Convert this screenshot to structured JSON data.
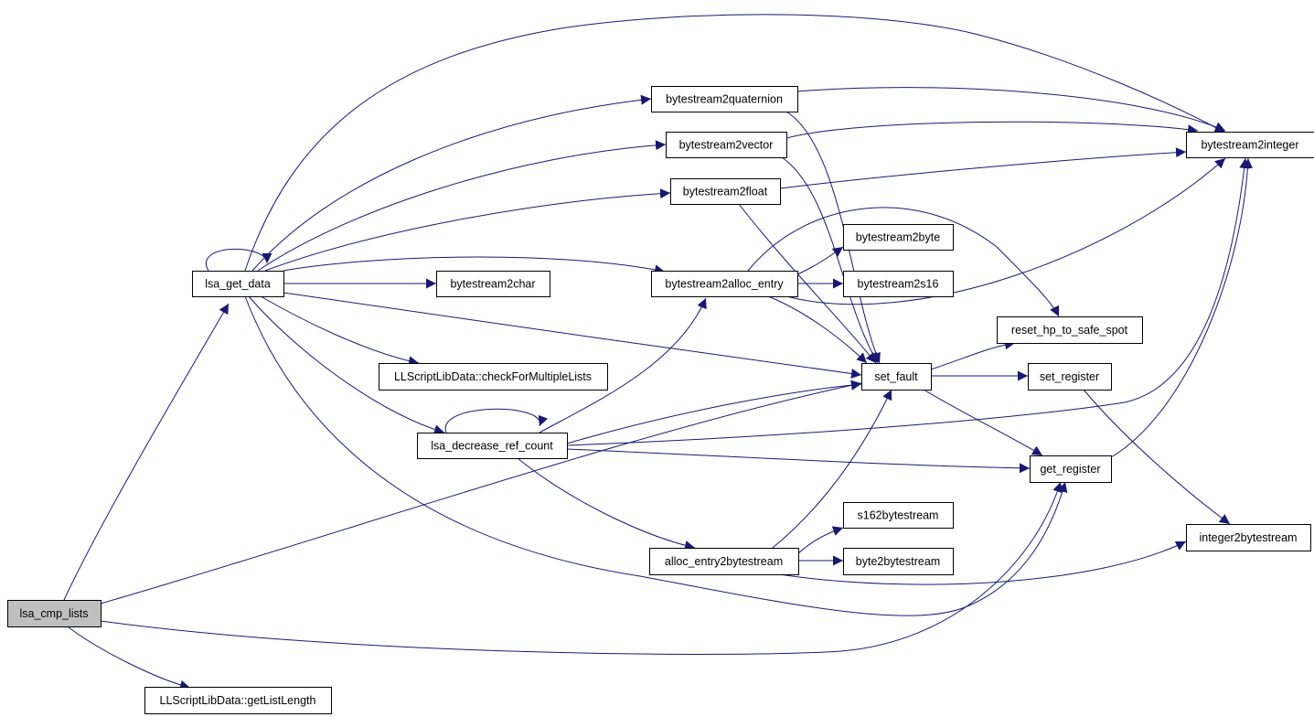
{
  "colors": {
    "edge": "#191970",
    "node_border": "#000000",
    "root_fill": "#bfbfbf",
    "node_fill": "#ffffff"
  },
  "nodes": [
    {
      "id": "lsa_cmp_lists",
      "label": "lsa_cmp_lists",
      "root": true
    },
    {
      "id": "lsa_get_data",
      "label": "lsa_get_data"
    },
    {
      "id": "getListLength",
      "label": "LLScriptLibData::getListLength"
    },
    {
      "id": "bytestream2quaternion",
      "label": "bytestream2quaternion"
    },
    {
      "id": "bytestream2vector",
      "label": "bytestream2vector"
    },
    {
      "id": "bytestream2float",
      "label": "bytestream2float"
    },
    {
      "id": "bytestream2char",
      "label": "bytestream2char"
    },
    {
      "id": "bytestream2alloc_entry",
      "label": "bytestream2alloc_entry"
    },
    {
      "id": "checkForMultipleLists",
      "label": "LLScriptLibData::checkForMultipleLists"
    },
    {
      "id": "lsa_decrease_ref_count",
      "label": "lsa_decrease_ref_count"
    },
    {
      "id": "alloc_entry2bytestream",
      "label": "alloc_entry2bytestream"
    },
    {
      "id": "bytestream2byte",
      "label": "bytestream2byte"
    },
    {
      "id": "bytestream2s16",
      "label": "bytestream2s16"
    },
    {
      "id": "set_fault",
      "label": "set_fault"
    },
    {
      "id": "s162bytestream",
      "label": "s162bytestream"
    },
    {
      "id": "byte2bytestream",
      "label": "byte2bytestream"
    },
    {
      "id": "bytestream2integer",
      "label": "bytestream2integer"
    },
    {
      "id": "reset_hp_to_safe_spot",
      "label": "reset_hp_to_safe_spot"
    },
    {
      "id": "set_register",
      "label": "set_register"
    },
    {
      "id": "get_register",
      "label": "get_register"
    },
    {
      "id": "integer2bytestream",
      "label": "integer2bytestream"
    }
  ],
  "edges": [
    {
      "from": "lsa_cmp_lists",
      "to": "lsa_get_data"
    },
    {
      "from": "lsa_cmp_lists",
      "to": "getListLength"
    },
    {
      "from": "lsa_cmp_lists",
      "to": "set_fault"
    },
    {
      "from": "lsa_cmp_lists",
      "to": "get_register"
    },
    {
      "from": "lsa_get_data",
      "to": "lsa_get_data"
    },
    {
      "from": "lsa_get_data",
      "to": "bytestream2integer"
    },
    {
      "from": "lsa_get_data",
      "to": "bytestream2quaternion"
    },
    {
      "from": "lsa_get_data",
      "to": "bytestream2vector"
    },
    {
      "from": "lsa_get_data",
      "to": "bytestream2float"
    },
    {
      "from": "lsa_get_data",
      "to": "bytestream2alloc_entry"
    },
    {
      "from": "lsa_get_data",
      "to": "bytestream2char"
    },
    {
      "from": "lsa_get_data",
      "to": "set_fault"
    },
    {
      "from": "lsa_get_data",
      "to": "checkForMultipleLists"
    },
    {
      "from": "lsa_get_data",
      "to": "lsa_decrease_ref_count"
    },
    {
      "from": "lsa_get_data",
      "to": "get_register"
    },
    {
      "from": "bytestream2quaternion",
      "to": "bytestream2integer"
    },
    {
      "from": "bytestream2quaternion",
      "to": "set_fault"
    },
    {
      "from": "bytestream2vector",
      "to": "bytestream2integer"
    },
    {
      "from": "bytestream2vector",
      "to": "set_fault"
    },
    {
      "from": "bytestream2float",
      "to": "bytestream2integer"
    },
    {
      "from": "bytestream2float",
      "to": "set_fault"
    },
    {
      "from": "bytestream2alloc_entry",
      "to": "bytestream2byte"
    },
    {
      "from": "bytestream2alloc_entry",
      "to": "bytestream2s16"
    },
    {
      "from": "bytestream2alloc_entry",
      "to": "bytestream2integer"
    },
    {
      "from": "bytestream2alloc_entry",
      "to": "reset_hp_to_safe_spot"
    },
    {
      "from": "bytestream2alloc_entry",
      "to": "set_fault"
    },
    {
      "from": "lsa_decrease_ref_count",
      "to": "lsa_decrease_ref_count"
    },
    {
      "from": "lsa_decrease_ref_count",
      "to": "bytestream2alloc_entry"
    },
    {
      "from": "lsa_decrease_ref_count",
      "to": "set_fault"
    },
    {
      "from": "lsa_decrease_ref_count",
      "to": "bytestream2integer"
    },
    {
      "from": "lsa_decrease_ref_count",
      "to": "get_register"
    },
    {
      "from": "lsa_decrease_ref_count",
      "to": "alloc_entry2bytestream"
    },
    {
      "from": "set_fault",
      "to": "reset_hp_to_safe_spot"
    },
    {
      "from": "set_fault",
      "to": "set_register"
    },
    {
      "from": "set_fault",
      "to": "get_register"
    },
    {
      "from": "set_register",
      "to": "integer2bytestream"
    },
    {
      "from": "get_register",
      "to": "bytestream2integer"
    },
    {
      "from": "alloc_entry2bytestream",
      "to": "s162bytestream"
    },
    {
      "from": "alloc_entry2bytestream",
      "to": "byte2bytestream"
    },
    {
      "from": "alloc_entry2bytestream",
      "to": "set_fault"
    },
    {
      "from": "alloc_entry2bytestream",
      "to": "integer2bytestream"
    }
  ]
}
